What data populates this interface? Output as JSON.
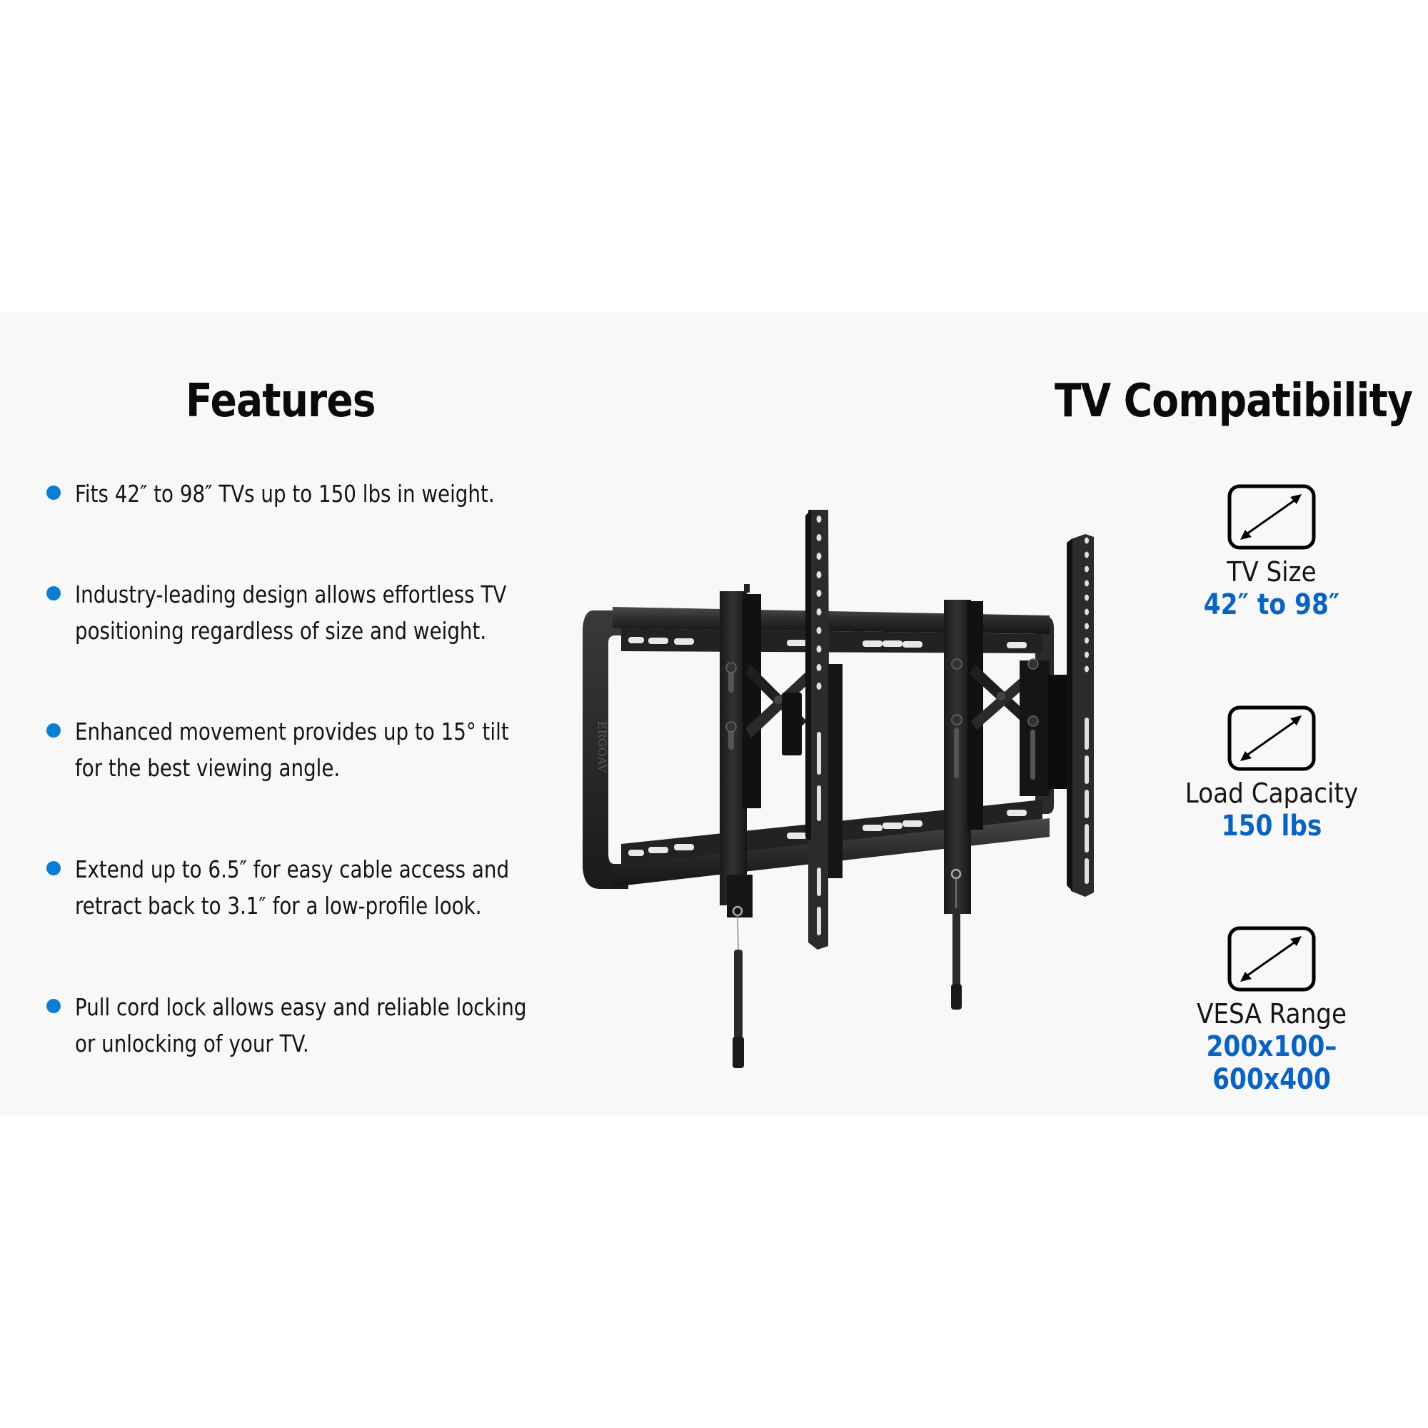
{
  "colors": {
    "band_background": "#f8f8f8",
    "page_background": "#ffffff",
    "bullet": "#0a7ed0",
    "value_blue": "#0a63c0",
    "text": "#141414"
  },
  "features": {
    "title": "Features",
    "items": [
      {
        "text": "Fits 42″  to 98″  TVs up to 150 lbs in weight."
      },
      {
        "text": "Industry-leading design allows effortless TV\npositioning regardless of size and weight."
      },
      {
        "text": "Enhanced movement provides up to 15° tilt\nfor the best viewing angle."
      },
      {
        "text": "Extend up to 6.5″  for easy cable access and\nretract back to 3.1″  for a low-profile look."
      },
      {
        "text": "Pull cord lock allows easy and reliable locking\nor unlocking of your TV."
      }
    ]
  },
  "product": {
    "image_subject": "tilting TV wall mount bracket with pull-cord locks",
    "brand_mark": "ERGOAV"
  },
  "compatibility": {
    "title": "TV Compatibility",
    "specs": [
      {
        "icon": "screen-diagonal-icon",
        "label": "TV Size",
        "value": "42″ to 98″"
      },
      {
        "icon": "screen-diagonal-icon",
        "label": "Load Capacity",
        "value": "150 lbs"
      },
      {
        "icon": "screen-diagonal-icon",
        "label": "VESA Range",
        "value": "200x100–600x400"
      }
    ]
  }
}
